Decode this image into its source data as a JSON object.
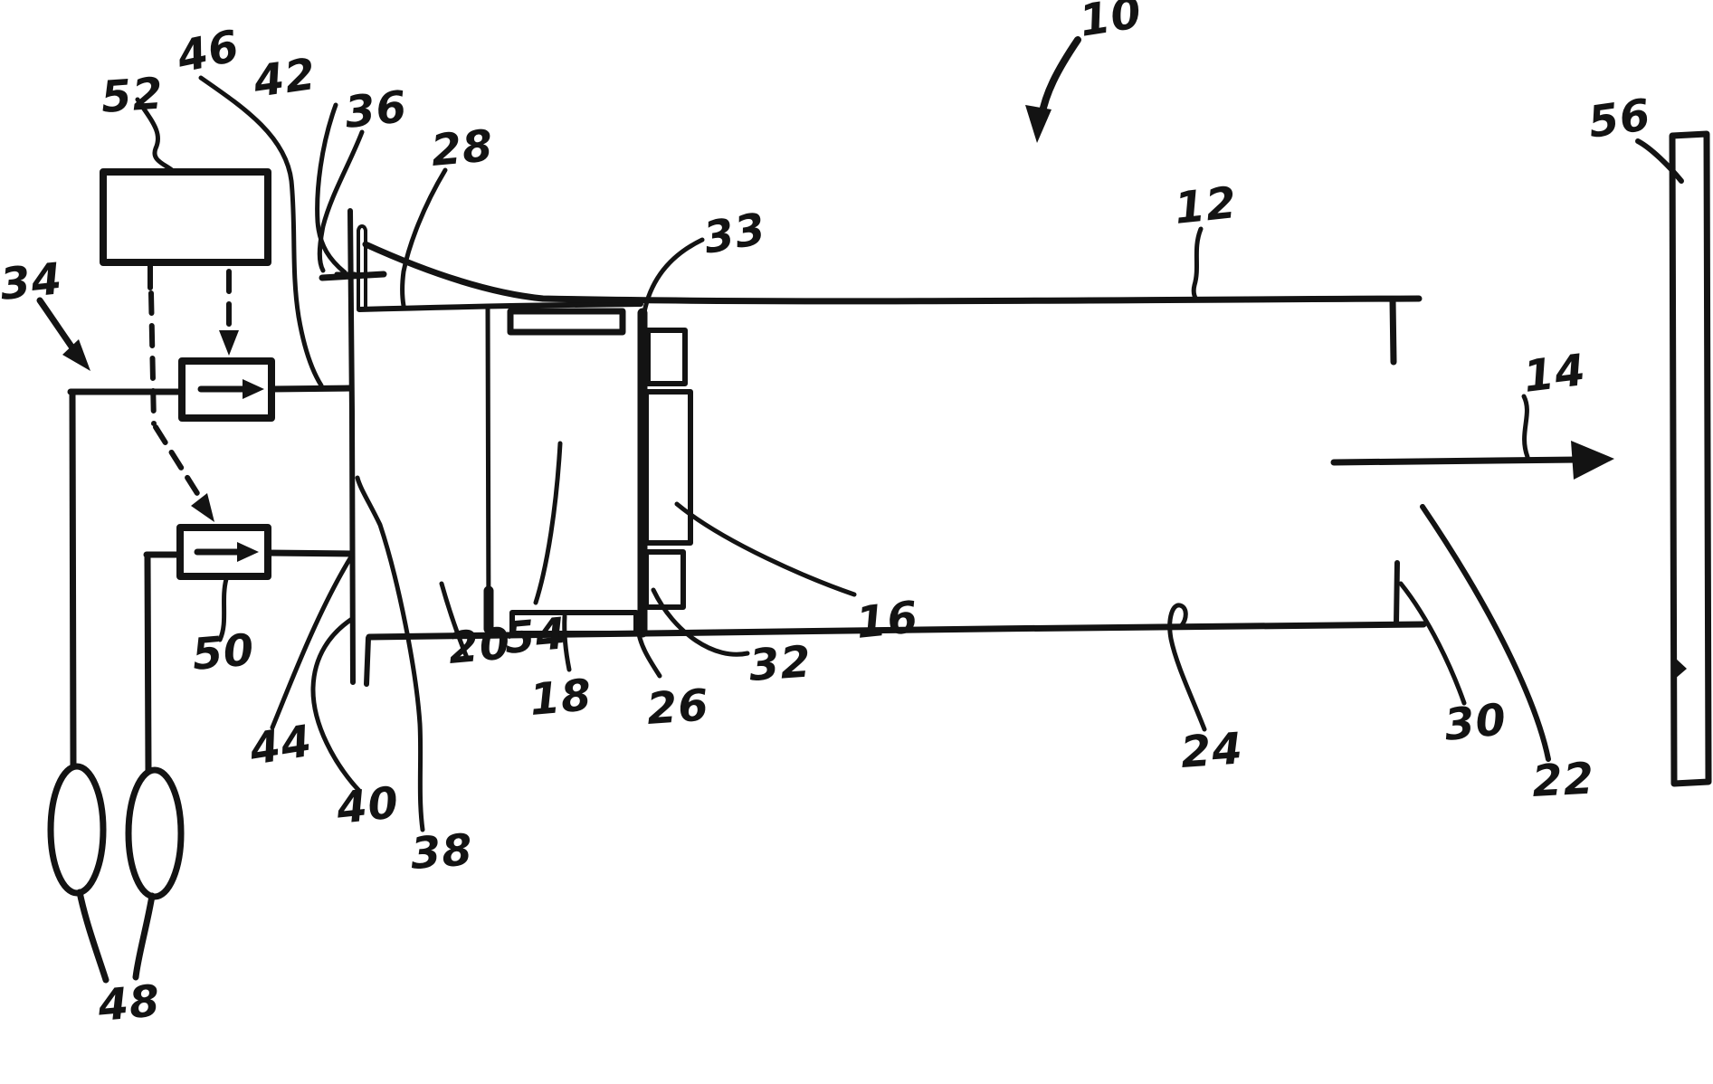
{
  "figure": {
    "kind": "patent-line-drawing",
    "background_color": "#ffffff",
    "ink_color": "#131313",
    "reference_labels": {
      "10": "10",
      "12": "12",
      "14": "14",
      "16": "16",
      "18": "18",
      "20": "20",
      "22": "22",
      "24": "24",
      "26": "26",
      "28": "28",
      "30": "30",
      "32": "32",
      "33": "33",
      "34": "34",
      "36": "36",
      "38": "38",
      "40": "40",
      "42": "42",
      "44": "44",
      "46": "46",
      "48": "48",
      "50": "50",
      "52": "52",
      "54": "54",
      "56": "56"
    }
  }
}
